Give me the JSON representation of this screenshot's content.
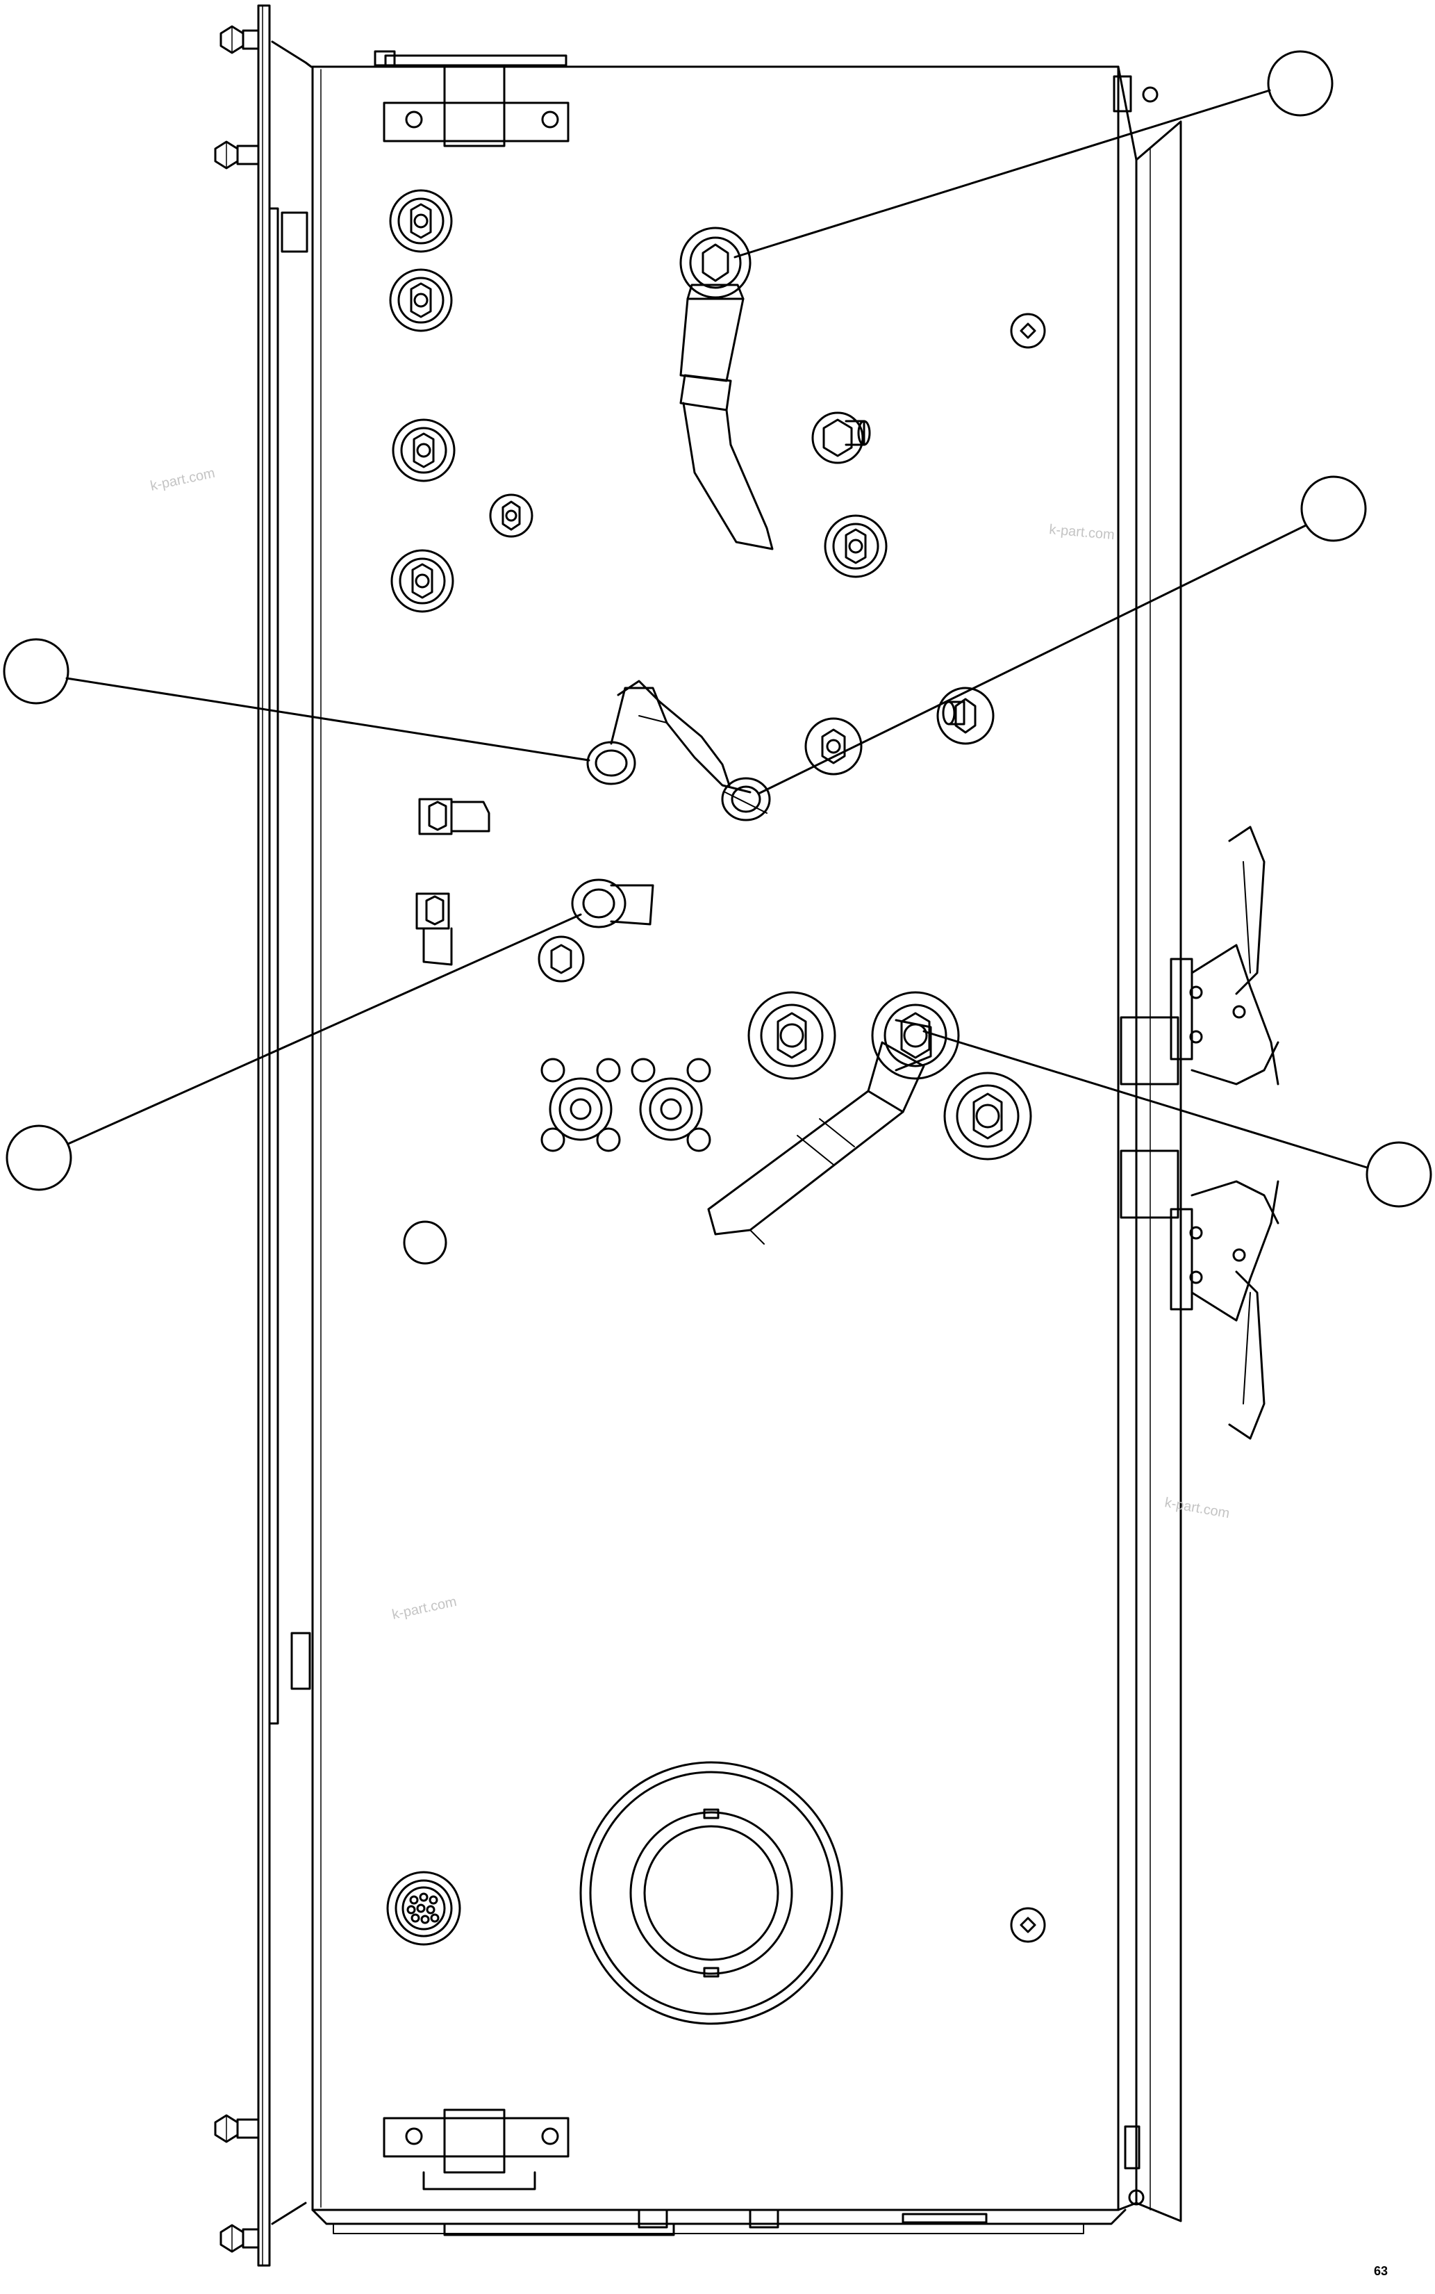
{
  "diagram": {
    "watermarks": [
      "k-part.com",
      "k-part.com",
      "k-part.com",
      "k-part.com"
    ],
    "page_mark": "63",
    "callouts": [
      {
        "id": "callout-top-right",
        "label": ""
      },
      {
        "id": "callout-upper-right",
        "label": ""
      },
      {
        "id": "callout-left-middle",
        "label": ""
      },
      {
        "id": "callout-left-lower",
        "label": ""
      },
      {
        "id": "callout-right-lower",
        "label": ""
      }
    ],
    "colors": {
      "line": "#000000",
      "background": "#ffffff",
      "watermark": "#c4c4c4"
    }
  }
}
